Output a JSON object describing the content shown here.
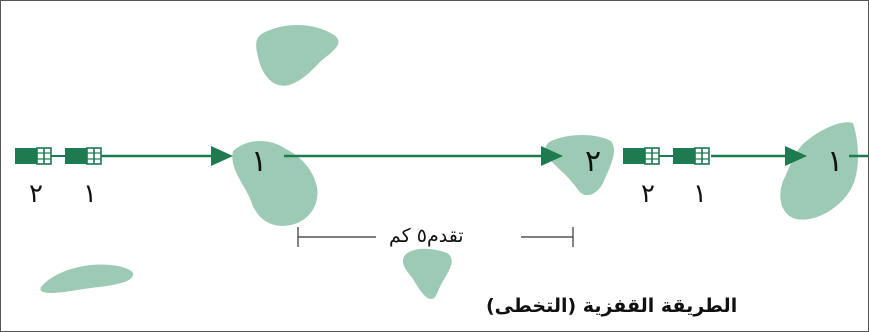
{
  "diagram": {
    "caption": "الطريقة القفزية (التخطى)",
    "distance_label": "تقدم٥ كم",
    "island_labels": [
      "١",
      "٢",
      "١"
    ],
    "ship_labels": {
      "left": [
        "٢",
        "١"
      ],
      "right": [
        "٢",
        "١"
      ]
    },
    "colors": {
      "arrow": "#1e7a4f",
      "island": "#9ccab5",
      "ship_body": "#1e7a4f"
    }
  }
}
